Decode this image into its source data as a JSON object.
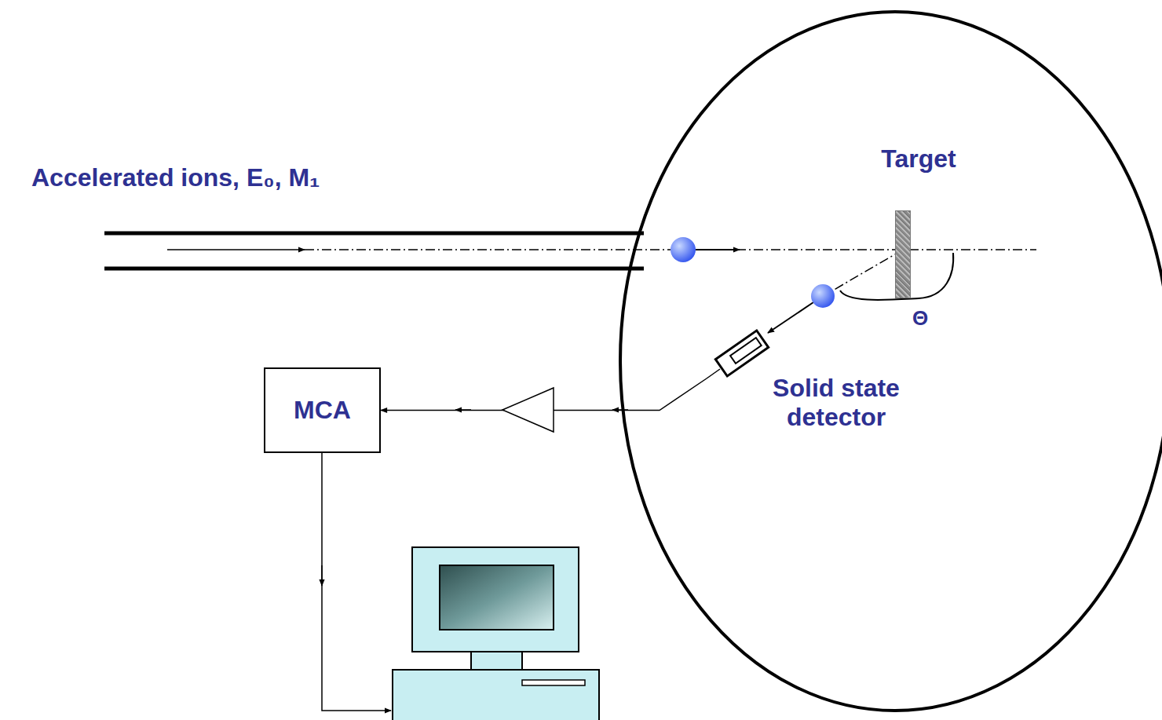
{
  "diagram": {
    "nodes": [
      {
        "text": [
          "Target"
        ]
      },
      {
        "text": [
          "Solid state detector"
        ]
      },
      {
        "text": [
          "MCA"
        ]
      }
    ],
    "edges": [
      {
        "from": 1,
        "to": 2,
        "arrow": "to"
      }
    ],
    "labels": [
      "Accelerated ions, E₀, M₁",
      "Θ"
    ]
  }
}
